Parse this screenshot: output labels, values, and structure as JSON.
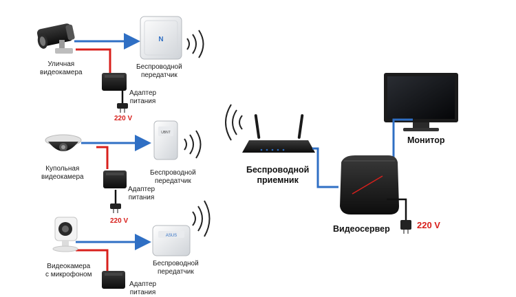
{
  "labels": {
    "street_camera": [
      "Уличная",
      "видеокамера"
    ],
    "dome_camera": [
      "Купольная",
      "видеокамера"
    ],
    "mic_camera": [
      "Видеокамера",
      "с микрофоном"
    ],
    "transmitter": [
      "Беспроводной",
      "передатчик"
    ],
    "adapter": [
      "Адаптер",
      "питания"
    ],
    "voltage": "220 V",
    "receiver": [
      "Беспроводной",
      "приемник"
    ],
    "monitor": "Монитор",
    "videoserver": "Видеосервер"
  },
  "colors": {
    "data_line": "#2f6fc4",
    "power_line": "#d8201c",
    "ground_line": "#111111",
    "device_dark": "#1c1c1c",
    "device_light": "#eeeeee"
  }
}
